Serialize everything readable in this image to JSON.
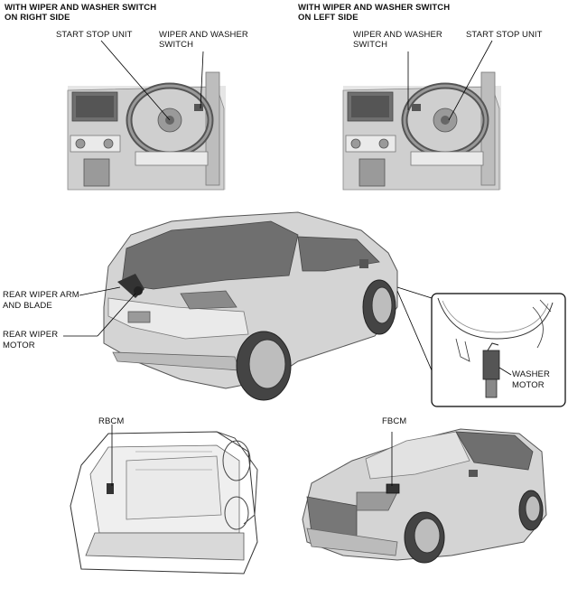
{
  "headers": {
    "right_side_line1": "WITH WIPER AND WASHER SWITCH",
    "right_side_line2": "ON RIGHT SIDE",
    "left_side_line1": "WITH WIPER AND WASHER SWITCH",
    "left_side_line2": "ON LEFT SIDE"
  },
  "labels": {
    "start_stop_unit_a": "START STOP UNIT",
    "wiper_washer_switch_a_1": "WIPER AND WASHER",
    "wiper_washer_switch_a_2": "SWITCH",
    "wiper_washer_switch_b_1": "WIPER AND WASHER",
    "wiper_washer_switch_b_2": "SWITCH",
    "start_stop_unit_b": "START STOP UNIT",
    "rear_wiper_arm_1": "REAR WIPER ARM",
    "rear_wiper_arm_2": "AND BLADE",
    "rear_wiper_motor_1": "REAR WIPER",
    "rear_wiper_motor_2": "MOTOR",
    "washer_motor_1": "WASHER",
    "washer_motor_2": "MOTOR",
    "rbcm": "RBCM",
    "fbcm": "FBCM"
  }
}
